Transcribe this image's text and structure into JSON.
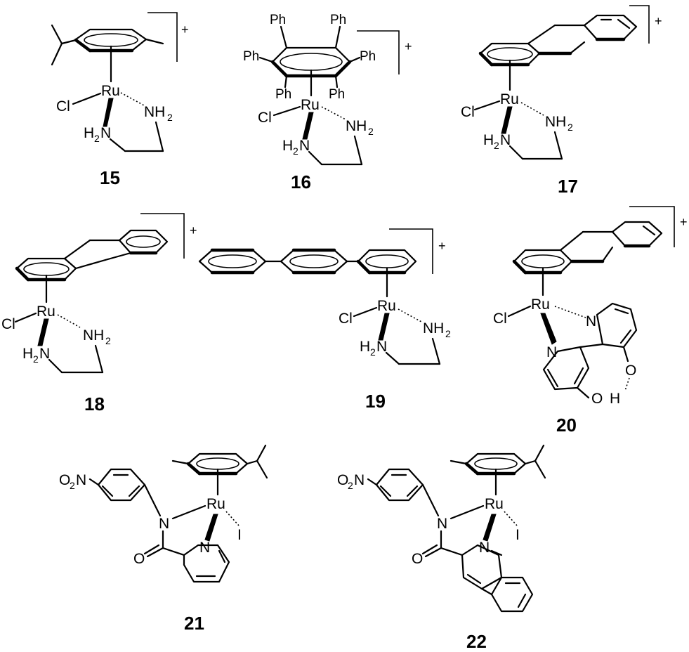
{
  "compounds": [
    {
      "id": "15",
      "label": "15",
      "charge": "+"
    },
    {
      "id": "16",
      "label": "16",
      "charge": "+"
    },
    {
      "id": "17",
      "label": "17",
      "charge": "+"
    },
    {
      "id": "18",
      "label": "18",
      "charge": "+"
    },
    {
      "id": "19",
      "label": "19",
      "charge": "+"
    },
    {
      "id": "20",
      "label": "20",
      "charge": "+"
    },
    {
      "id": "21",
      "label": "21"
    },
    {
      "id": "22",
      "label": "22"
    }
  ],
  "atoms": {
    "ru": "Ru",
    "cl": "Cl",
    "nh2_n": "NH",
    "h2n_h": "H",
    "h2n_n": "N",
    "two": "2",
    "ph": "Ph",
    "n": "N",
    "o": "O",
    "h": "H",
    "i": "I",
    "o2n_o": "O",
    "o2n_n": "N"
  }
}
